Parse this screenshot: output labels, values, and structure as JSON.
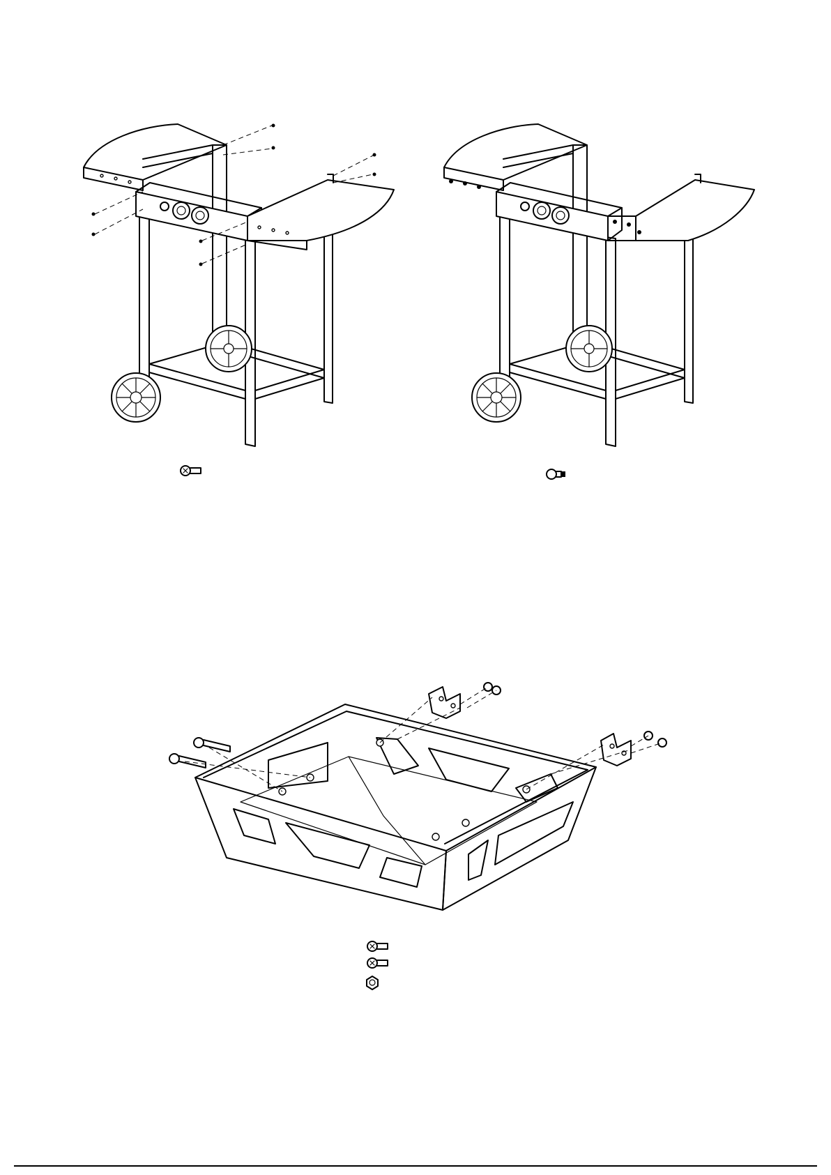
{
  "page": {
    "background": "#ffffff",
    "line_color": "#000000"
  },
  "steps": [
    {
      "name": "side-shelf-attachment",
      "hardware": [
        "screw-icon"
      ]
    },
    {
      "name": "side-shelf-attached",
      "hardware": [
        "bolt-icon"
      ]
    },
    {
      "name": "firebox-bracket-attachment",
      "hardware": [
        "long-screw-icon",
        "short-screw-icon",
        "nut-icon"
      ]
    }
  ]
}
